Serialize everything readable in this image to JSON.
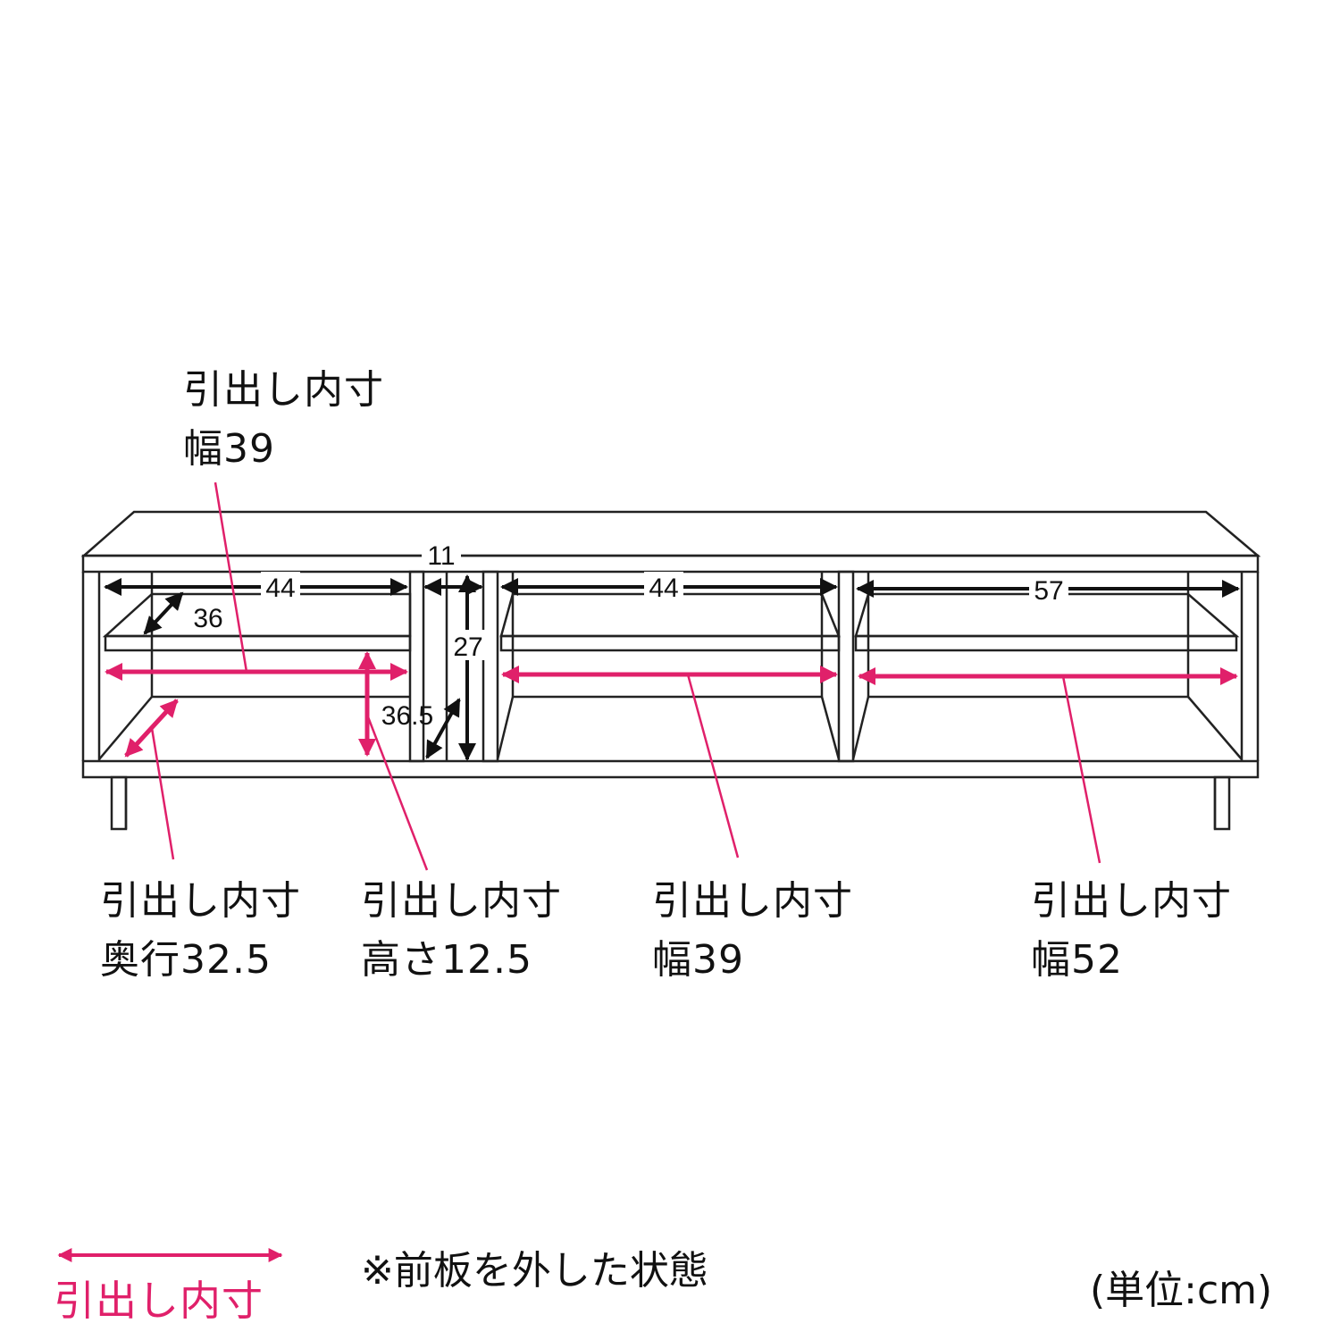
{
  "colors": {
    "outline": "#222222",
    "dimension": "#111111",
    "inner_dimension": "#e0206a"
  },
  "dimensions": {
    "left_width": "44",
    "middle_slot_width": "11",
    "center_width": "44",
    "right_width": "57",
    "shelf_depth": "36",
    "slot_height": "27",
    "slot_depth": "36.5"
  },
  "callouts": [
    {
      "title": "引出し内寸",
      "value": "幅39"
    },
    {
      "title": "引出し内寸",
      "value": "奥行32.5"
    },
    {
      "title": "引出し内寸",
      "value": "高さ12.5"
    },
    {
      "title": "引出し内寸",
      "value": "幅39"
    },
    {
      "title": "引出し内寸",
      "value": "幅52"
    }
  ],
  "legend": {
    "label": "引出し内寸"
  },
  "note": "※前板を外した状態",
  "unit": "(単位:cm)"
}
